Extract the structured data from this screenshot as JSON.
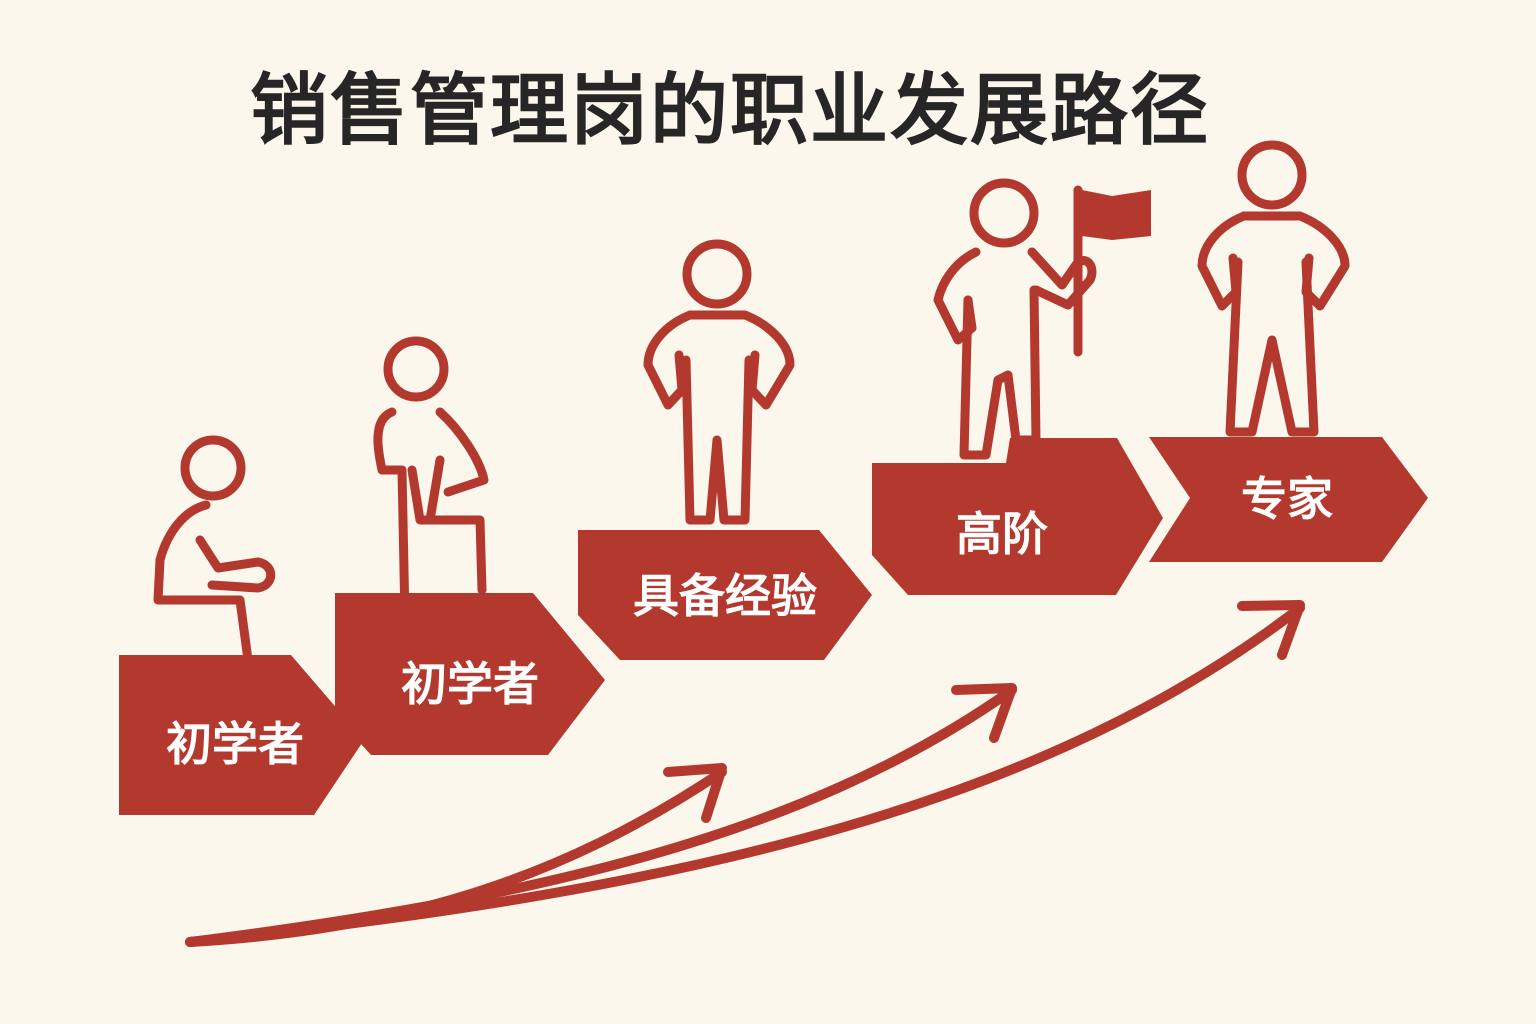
{
  "title": "销售管理岗的职业发展路径",
  "colors": {
    "background": "#fcf7ec",
    "accent": "#b3392f",
    "title_text": "#262626",
    "label_text": "#ffffff"
  },
  "steps": [
    {
      "label": "初学者",
      "figure": "sitting-person-icon"
    },
    {
      "label": "初学者",
      "figure": "stepping-person-icon"
    },
    {
      "label": "具备经验",
      "figure": "standing-person-icon"
    },
    {
      "label": "高阶",
      "figure": "person-with-flag-icon"
    },
    {
      "label": "专家",
      "figure": "standing-person-icon"
    }
  ],
  "arrows": [
    "growth-arrow-short",
    "growth-arrow-mid",
    "growth-arrow-long"
  ]
}
